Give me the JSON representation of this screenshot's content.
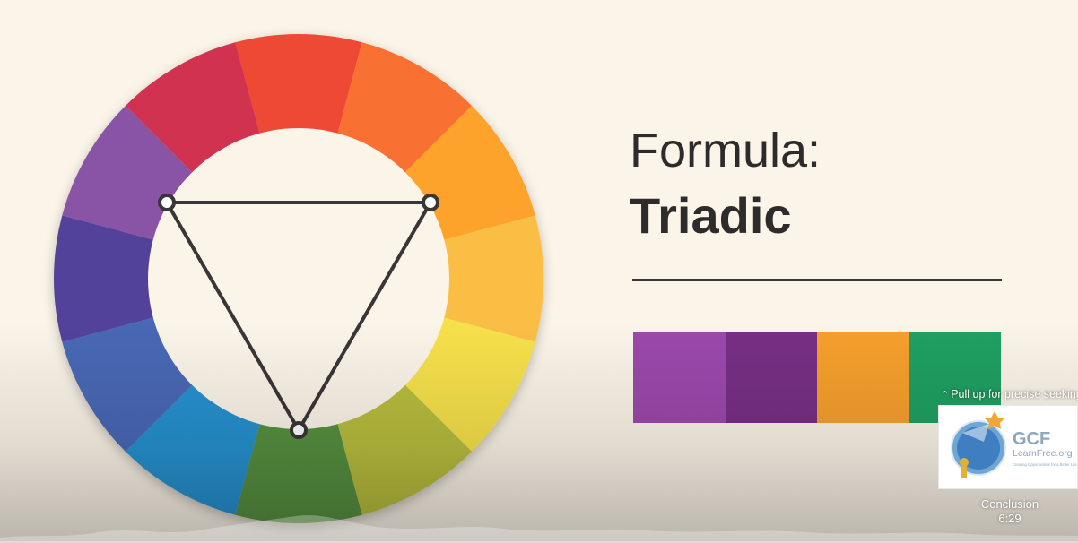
{
  "slide": {
    "formula_label": "Formula:",
    "scheme_name": "Triadic",
    "palette": [
      "#9b49ac",
      "#772f85",
      "#f6a02d",
      "#1fa062"
    ]
  },
  "color_wheel": {
    "segments": [
      "#ee4a36",
      "#f97131",
      "#fda22b",
      "#fbbe44",
      "#f6e14b",
      "#b8bd3c",
      "#57903f",
      "#2791cf",
      "#4967b5",
      "#53429a",
      "#8952a6",
      "#d1314f"
    ],
    "triangle_stroke": "#3a3536"
  },
  "player": {
    "seek_hint": "Pull up for precise seeking",
    "preview_thumbnail": {
      "logo_main": "GCF",
      "logo_sub": "LearnFree.org",
      "tagline": "Creating Opportunities for a Better Life"
    },
    "chapter_name": "Conclusion",
    "chapter_time": "6:29"
  }
}
